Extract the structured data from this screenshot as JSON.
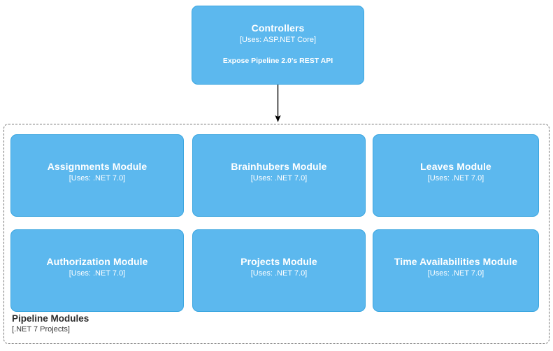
{
  "diagram": {
    "top_node": {
      "title": "Controllers",
      "technology": "[Uses: ASP.NET Core]",
      "description": "Expose Pipeline 2.0's REST API"
    },
    "container": {
      "name": "Pipeline Modules",
      "technology": "[.NET 7 Projects]"
    },
    "modules": [
      {
        "title": "Assignments Module",
        "technology": "[Uses: .NET 7.0]"
      },
      {
        "title": "Brainhubers Module",
        "technology": "[Uses: .NET 7.0]"
      },
      {
        "title": "Leaves Module",
        "technology": "[Uses: .NET 7.0]"
      },
      {
        "title": "Authorization Module",
        "technology": "[Uses: .NET 7.0]"
      },
      {
        "title": "Projects Module",
        "technology": "[Uses: .NET 7.0]"
      },
      {
        "title": "Time Availabilities Module",
        "technology": "[Uses: .NET 7.0]"
      }
    ],
    "relationship": {
      "from": "Controllers",
      "to": "Pipeline Modules",
      "label": ""
    },
    "colors": {
      "node_fill": "#5cb8ee",
      "node_border": "#3ba6e0",
      "node_text": "#ffffff",
      "container_border": "#757575",
      "container_text": "#2b2b2b",
      "arrow": "#000000",
      "background": "#ffffff"
    }
  }
}
